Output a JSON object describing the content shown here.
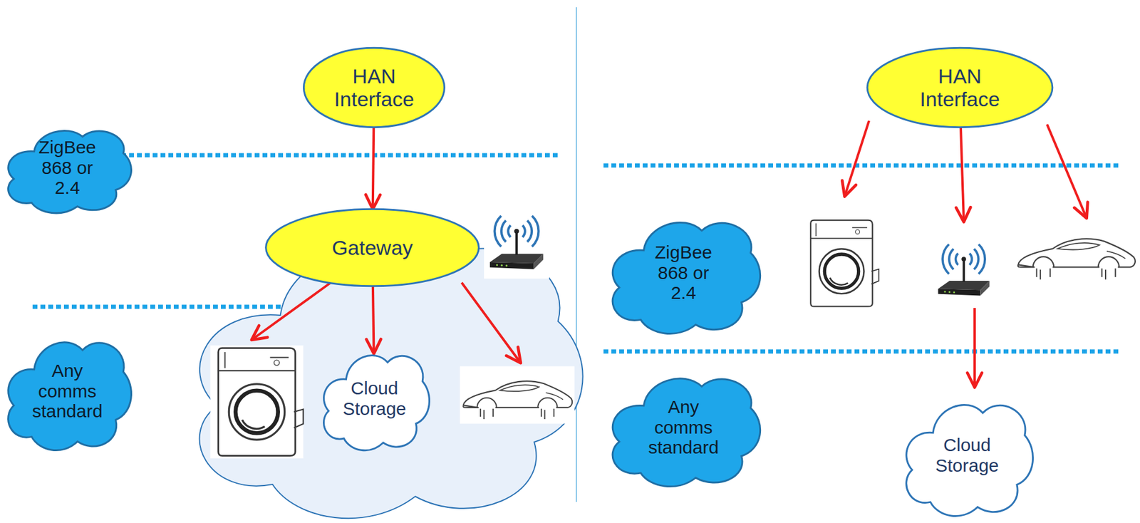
{
  "diagram": {
    "nodes": [
      {
        "text": [
          "HAN Interface"
        ]
      },
      {
        "text": [
          "ZigBee 868 or 2.4"
        ]
      },
      {
        "text": [
          "Any comms standard"
        ]
      },
      {
        "text": [
          "Gateway"
        ]
      },
      {
        "text": [
          "Cloud Storage"
        ]
      },
      {
        "text": [
          "HAN Interface"
        ]
      },
      {
        "text": [
          "ZigBee 868 or 2.4"
        ]
      },
      {
        "text": [
          "Any comms standard"
        ]
      },
      {
        "text": [
          "Cloud Storage"
        ]
      }
    ],
    "edges": [
      {
        "from": 0,
        "to": 3,
        "arrow": "to"
      },
      {
        "from": 3,
        "to": 4,
        "arrow": "to"
      }
    ]
  }
}
